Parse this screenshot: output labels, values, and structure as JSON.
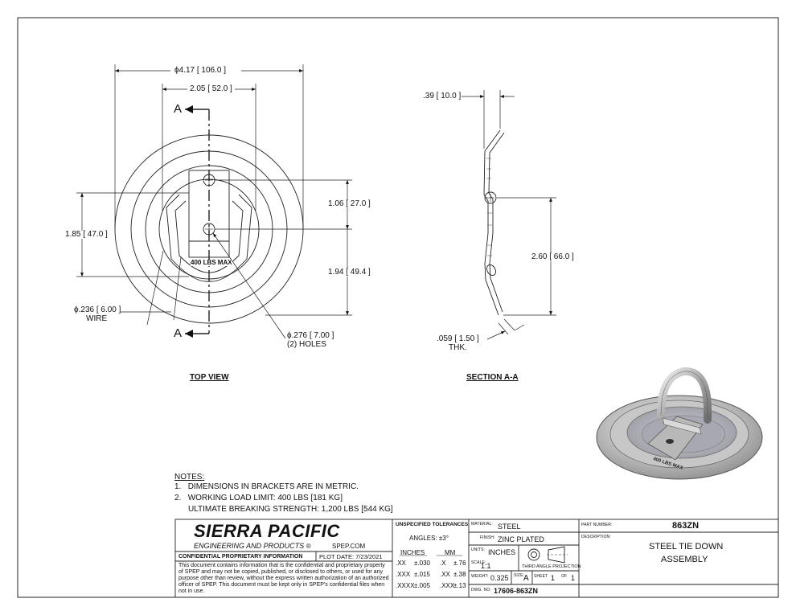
{
  "views": {
    "top_view": {
      "label": "TOP VIEW",
      "section_marker": "A",
      "dims": {
        "outer_dia": "ϕ4.17 [ 106.0 ]",
        "inner_width": "2.05 [ 52.0 ]",
        "hole_spacing": "1.06 [ 27.0 ]",
        "left_height": "1.85 [ 47.0 ]",
        "hole_to_edge": "1.94 [ 49.4 ]",
        "wire_dia": "ϕ.236 [ 6.00 ]",
        "wire_label": "WIRE",
        "hole_dia": "ϕ.276 [ 7.00 ]",
        "hole_label": "(2) HOLES"
      },
      "embossed_text": "400 LBS MAX"
    },
    "section_view": {
      "label": "SECTION A-A",
      "dims": {
        "depth": ".39 [ 10.0 ]",
        "height": "2.60 [ 66.0 ]",
        "thickness": ".059 [ 1.50 ]",
        "thickness_label": "THK."
      }
    }
  },
  "notes": {
    "heading": "NOTES:",
    "items": [
      {
        "num": "1.",
        "text": "DIMENSIONS IN BRACKETS ARE IN METRIC."
      },
      {
        "num": "2.",
        "text": "WORKING LOAD LIMIT: 400 LBS [181 KG]"
      }
    ],
    "continuation": "ULTIMATE BREAKING STRENGTH: 1,200 LBS [544 KG]"
  },
  "title_block": {
    "company": "SIERRA PACIFIC",
    "company_sub": "ENGINEERING AND PRODUCTS",
    "company_mark": "®",
    "website": "SPEP.COM",
    "confidential_heading": "CONFIDENTIAL PROPRIETARY INFORMATION",
    "plot_date_label": "PLOT DATE:",
    "plot_date": "7/23/2021",
    "confidential_body": "This document contains information that is the confidential and proprietary property of SPEP and may not be copied, published, or disclosed to others, or used for any purpose  other than review, without the express written authorization of an authorized officer of SPEP. This document must be kept only in SPEP's confidential files when not in use.",
    "tolerances": {
      "heading": "UNSPECIFIED TOLERANCES",
      "angles": "ANGLES: ±3°",
      "inches_header": "INCHES",
      "mm_header": "MM",
      "rows": [
        {
          "in_fmt": ".XX",
          "in_tol": "±.030",
          "mm_fmt": ".X",
          "mm_tol": "±.76"
        },
        {
          "in_fmt": ".XXX",
          "in_tol": "±.015",
          "mm_fmt": ".XX",
          "mm_tol": "±.38"
        },
        {
          "in_fmt": ".XXXX",
          "in_tol": "±.005",
          "mm_fmt": ".XXX",
          "mm_tol": "±.13"
        }
      ]
    },
    "material_label": "MATERIAL:",
    "material": "STEEL",
    "finish_label": "FINISH:",
    "finish": "ZINC PLATED",
    "units_label": "UNITS:",
    "units": "INCHES",
    "projection": "THIRD ANGLE PROJECTION",
    "scale_label": "SCALE:",
    "scale": "1:1",
    "weight_label": "WEIGHT:",
    "weight": "0.325",
    "size_label": "SIZE:",
    "size": "A",
    "sheet_label": "SHEET",
    "sheet_num": "1",
    "sheet_of": "OF",
    "sheet_total": "1",
    "dwg_label": "DWG. NO:",
    "dwg_no": "17606-863ZN",
    "part_number_label": "PART NUMBER:",
    "part_number": "863ZN",
    "description_label": "DESCRIPTION:",
    "description_line1": "STEEL TIE DOWN",
    "description_line2": "ASSEMBLY"
  }
}
